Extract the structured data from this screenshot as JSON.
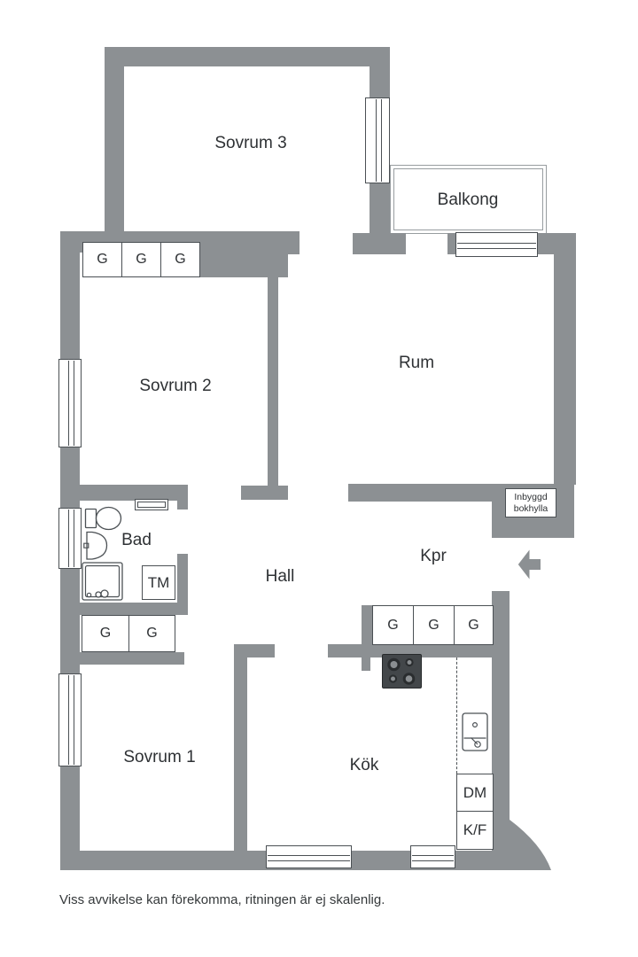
{
  "colors": {
    "wall": "#8C9093",
    "line": "#4B5054",
    "text": "#2E3134",
    "balcony_line": "#989DA0",
    "stove": "#43474A"
  },
  "rooms": {
    "sovrum3": "Sovrum 3",
    "balkong": "Balkong",
    "sovrum2": "Sovrum 2",
    "rum": "Rum",
    "bad": "Bad",
    "hall": "Hall",
    "kpr": "Kpr",
    "sovrum1": "Sovrum 1",
    "kok": "Kök"
  },
  "fixtures": {
    "closet": "G",
    "washing_machine": "TM",
    "dishwasher": "DM",
    "fridge_freezer": "K/F",
    "bookshelf": [
      "Inbyggd",
      "bokhylla"
    ]
  },
  "icons": {
    "entry_arrow": "arrow-left"
  },
  "footer": {
    "disclaimer": "Viss avvikelse kan förekomma, ritningen är ej skalenlig."
  }
}
